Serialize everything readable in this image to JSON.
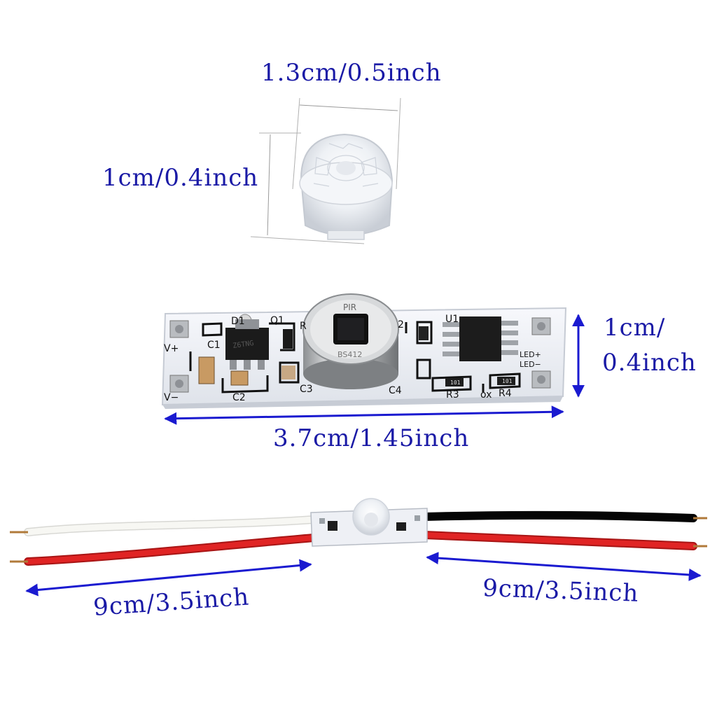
{
  "dimensions": {
    "dome_width": "1.3cm/0.5inch",
    "dome_height": "1cm/0.4inch",
    "board_height_line1": "1cm/",
    "board_height_line2": "0.4inch",
    "board_length": "3.7cm/1.45inch",
    "wire_left_length": "9cm/3.5inch",
    "wire_right_length": "9cm/3.5inch"
  },
  "board_silkscreen": {
    "d1": "D1",
    "q1": "Q1",
    "r": "R",
    "c1": "C1",
    "c2": "C2",
    "c3": "C3",
    "c4": "C4",
    "two": "2",
    "u1": "U1",
    "r3": "R3",
    "r4": "R4",
    "ox": "ox",
    "v_plus": "V+",
    "v_minus": "V−",
    "led_plus": "LED+",
    "led_minus": "LED−",
    "sensor_top": "PIR",
    "sensor_bottom": "BS412",
    "r3_code": "101",
    "r4_code": "101"
  },
  "colors": {
    "annotation_text": "#1a1aa6",
    "arrow": "#1a1ad0",
    "pcb": "#f4f6fb",
    "trace": "#111111",
    "wire_red": "#d41e1e",
    "wire_black": "#151515",
    "wire_white": "#f2f2ee"
  }
}
